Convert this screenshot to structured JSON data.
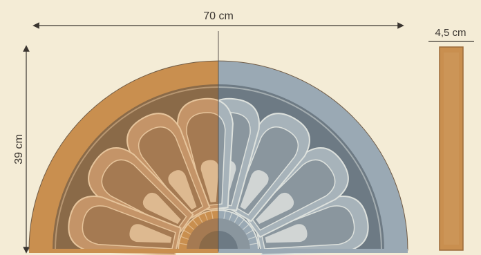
{
  "dimensions": {
    "width_label": "70 cm",
    "height_label": "39 cm",
    "strip_label": "4,5 cm"
  },
  "colors": {
    "background": "#f4ecd6",
    "warm_border": "#c98f4f",
    "warm_field": "#8a6a48",
    "warm_petal": "#c49468",
    "warm_petal_inner": "#a57a52",
    "warm_accent": "#e6c49b",
    "cool_border": "#9aa9b4",
    "cool_field": "#6d7a84",
    "cool_petal": "#a7b3ba",
    "cool_petal_inner": "#8a969e",
    "cool_accent": "#dde1dd",
    "strip": "#c98f4f"
  }
}
